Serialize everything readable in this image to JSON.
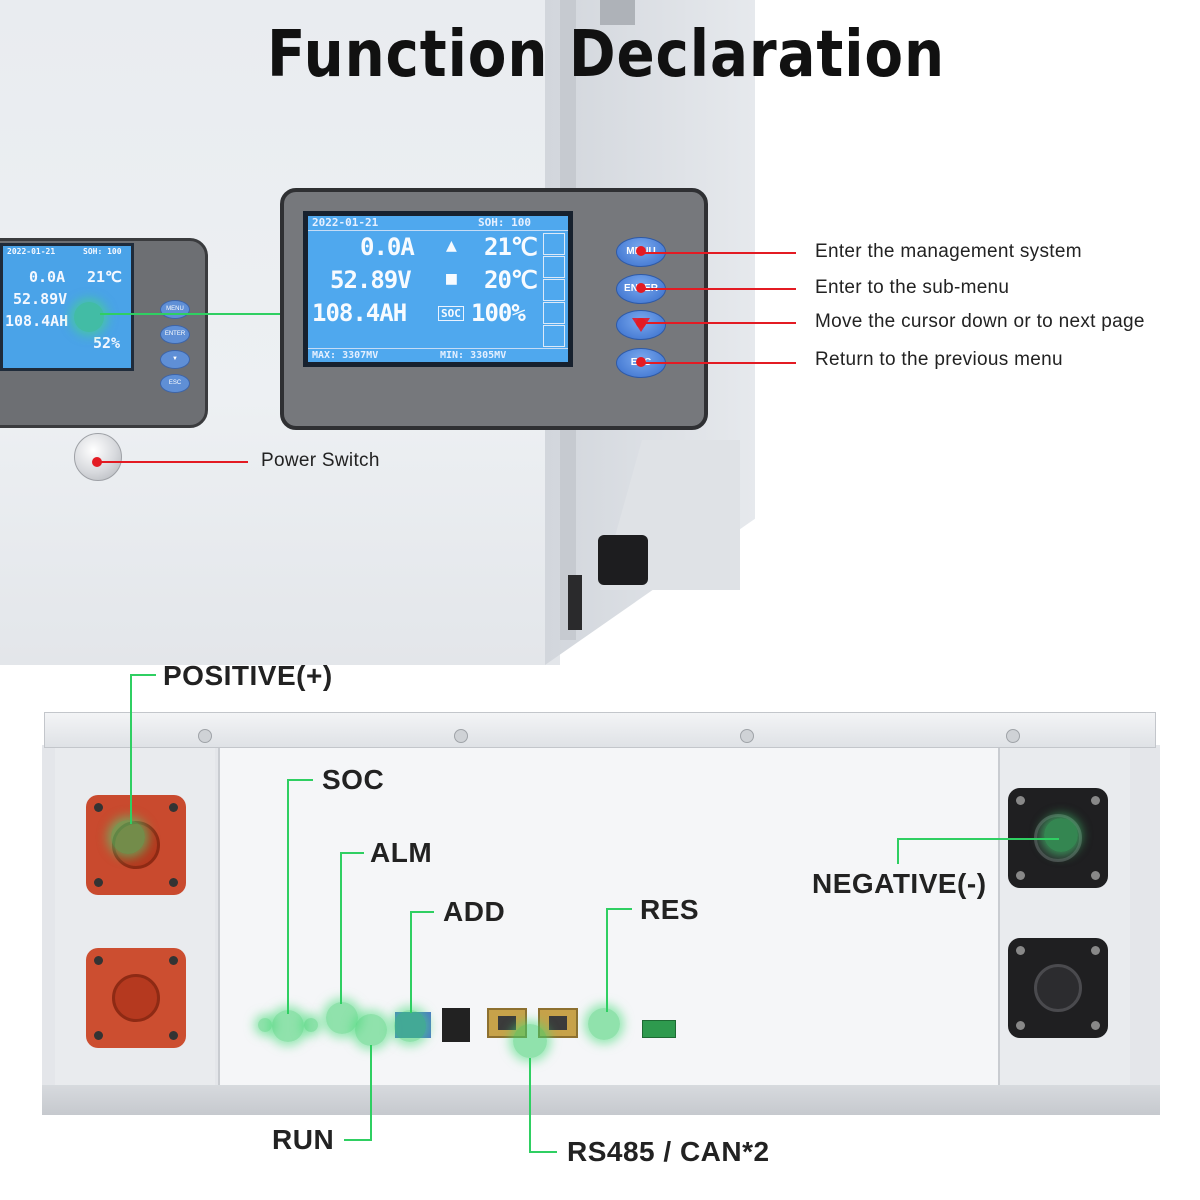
{
  "title": "Function Declaration",
  "lcd": {
    "date": "2022-01-21",
    "soh": "SOH: 100",
    "current": "0.0A",
    "temp1": "21℃",
    "voltage": "52.89V",
    "temp2": "20℃",
    "capacity": "108.4AH",
    "soc_tag": "SOC",
    "soc_value": "100%",
    "max": "MAX: 3307MV",
    "min": "MIN: 3305MV"
  },
  "small_lcd": {
    "date": "2022-01-21",
    "soh": "SOH: 100",
    "current": "0.0A",
    "temp1": "21℃",
    "voltage": "52.89V",
    "capacity": "108.4AH",
    "soc_value": "52%"
  },
  "buttons": {
    "menu": "MENU",
    "enter": "ENTER",
    "esc": "ESC"
  },
  "callouts": {
    "menu": "Enter the management system",
    "enter": "Enter to the sub-menu",
    "down": "Move the cursor down or to next page",
    "esc": "Return to the previous menu",
    "power": "Power Switch"
  },
  "battery_labels": {
    "positive": "POSITIVE(+)",
    "soc": "SOC",
    "alm": "ALM",
    "add": "ADD",
    "res": "RES",
    "negative": "NEGATIVE(-)",
    "run": "RUN",
    "comm": "RS485 / CAN*2"
  },
  "colors": {
    "callout_line": "#e31b23",
    "indicator_green": "#2fcf62",
    "terminal_positive": "#c94a2e",
    "terminal_negative": "#1f1f21",
    "lcd_blue": "#4fa8ee"
  }
}
